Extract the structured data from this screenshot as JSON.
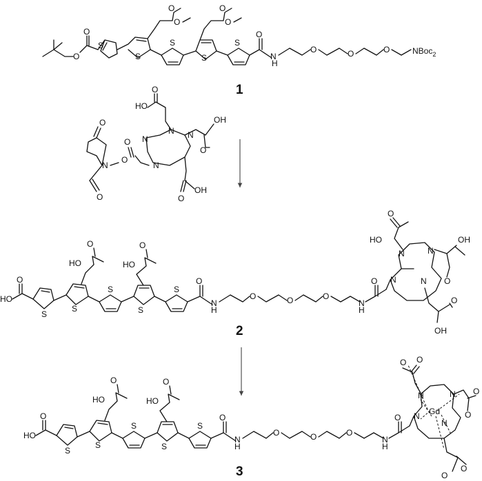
{
  "compounds": {
    "c1": "1",
    "c2": "2",
    "c3": "3"
  },
  "atoms": {
    "S": "S",
    "O": "O",
    "N": "N",
    "H": "H",
    "OH": "OH",
    "HO": "HO",
    "NBoc2": "NBoc",
    "NBoc2_sub": "2",
    "Gd": "Gd"
  }
}
